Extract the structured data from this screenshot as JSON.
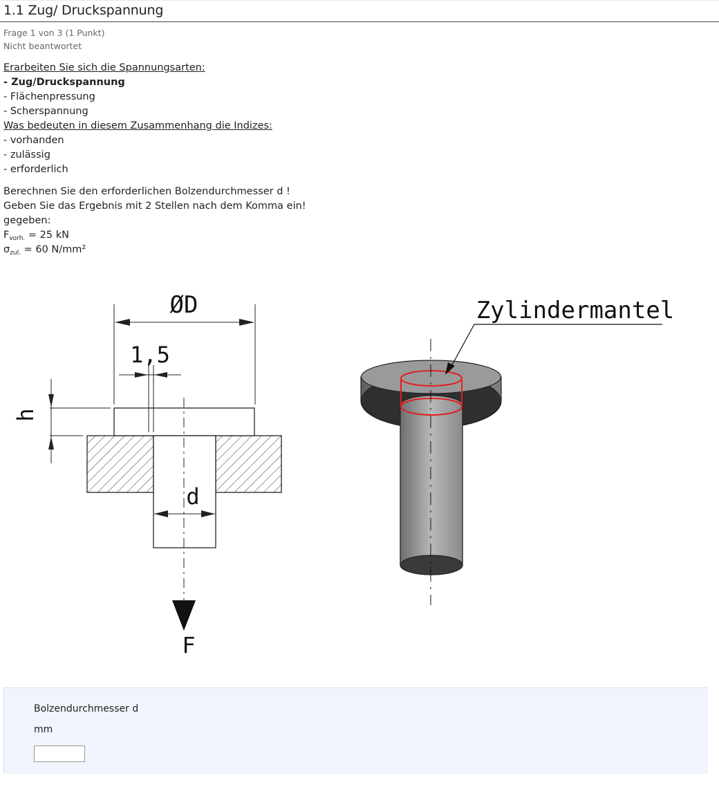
{
  "header": {
    "title": "1.1 Zug/ Druckspannung"
  },
  "meta": {
    "question_info": "Frage 1 von 3 (1 Punkt)",
    "status": "Nicht beantwortet"
  },
  "question": {
    "intro_heading": "Erarbeiten Sie sich die Spannungsarten:",
    "stress_types": [
      "- Zug/Druckspannung",
      "- Flächenpressung",
      "- Scherspannung"
    ],
    "indices_heading": "Was bedeuten in diesem Zusammenhang die Indizes:",
    "indices": [
      "- vorhanden",
      "- zulässig",
      "- erforderlich"
    ],
    "task_line1": "Berechnen Sie den erforderlichen Bolzendurchmesser d !",
    "task_line2": "Geben Sie das Ergebnis mit 2 Stellen nach dem Komma ein!",
    "given_label": "gegeben:",
    "force_symbol": "F",
    "force_sub": "vorh.",
    "force_value": " = 25 kN",
    "stress_symbol": "σ",
    "stress_sub": "zul.",
    "stress_value": " = 60 N/mm²"
  },
  "figure": {
    "label_D": "ØD",
    "label_15": "1,5",
    "label_h": "h",
    "label_d": "d",
    "label_F": "F",
    "label_mantel": "Zylindermantel"
  },
  "answer": {
    "label": "Bolzendurchmesser d",
    "unit": "mm",
    "value": "",
    "placeholder": ""
  }
}
